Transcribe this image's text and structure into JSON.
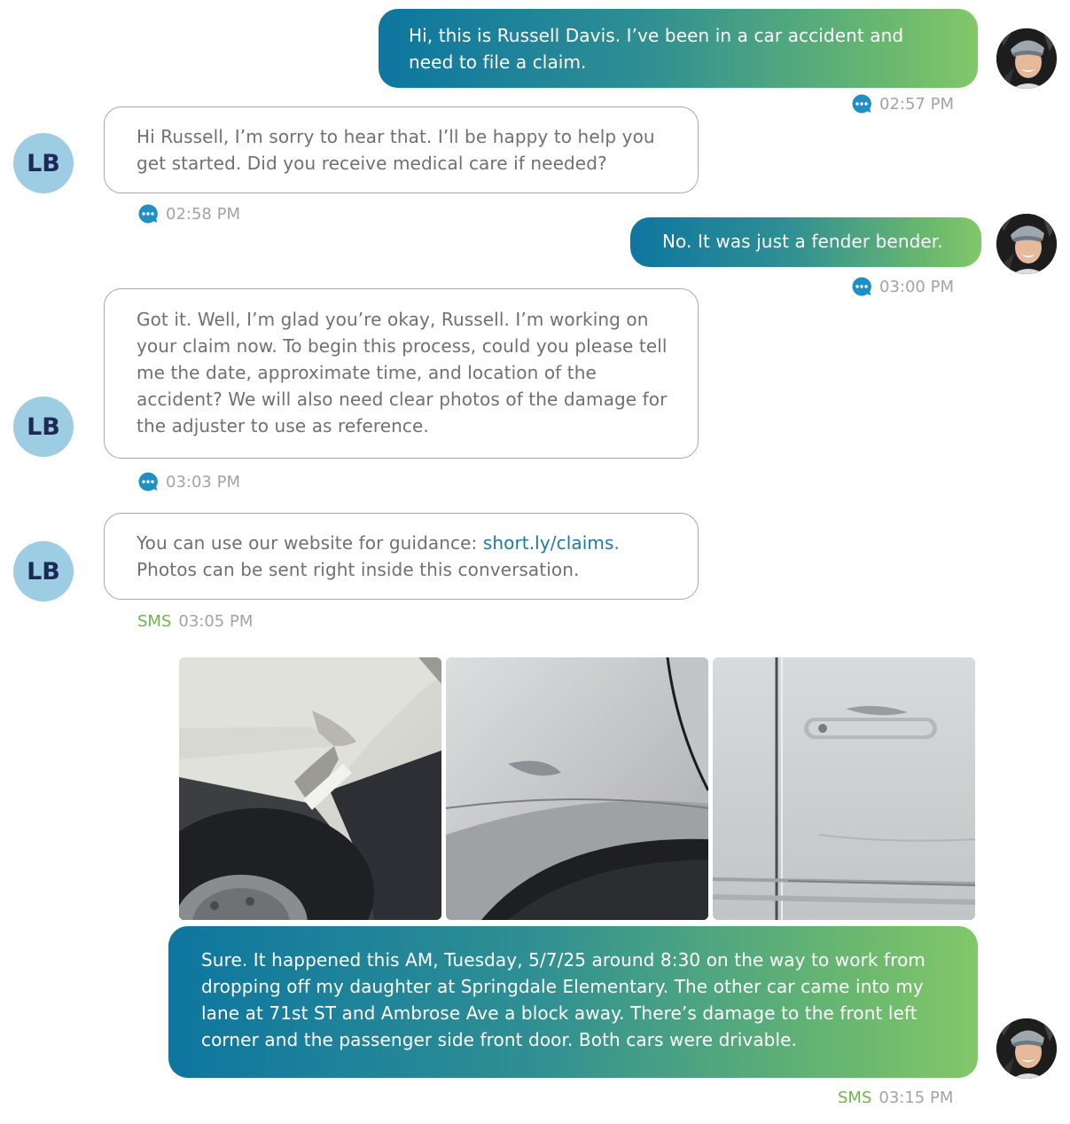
{
  "messages": [
    {
      "text": "Hi, this is Russell Davis. I’ve been in a car accident and need to file a claim.",
      "time": "02:57 PM"
    },
    {
      "avatar": "LB",
      "text": "Hi Russell, I’m sorry to hear that. I’ll be happy to help you get started. Did you receive medical care if needed?",
      "time": "02:58 PM"
    },
    {
      "text": "No. It was just a fender bender.",
      "time": "03:00 PM"
    },
    {
      "avatar": "LB",
      "text": "Got it. Well, I’m glad you’re okay, Russell. I’m working on your claim now. To begin this process, could you please tell me the date, approximate time, and location of the accident? We will also need clear photos of the damage for the adjuster to use as reference.",
      "time": "03:03 PM"
    },
    {
      "avatar": "LB",
      "text_before": "You can use our website for guidance: ",
      "link": "short.ly/claims",
      "text_after": ". Photos can be sent right inside this conversation.",
      "channel": "SMS",
      "time": "03:05 PM"
    },
    {
      "text": "Sure. It happened this AM, Tuesday, 5/7/25 around 8:30 on the way to work from dropping off my daughter at Springdale Elementary. The other car came into my lane at 71st ST and Ambrose Ave a block away. There’s damage to the front left corner and the passenger side front door. Both cars were drivable.",
      "channel": "SMS",
      "time": "03:15 PM"
    }
  ],
  "icons": {
    "chat": "chat-bubble-dots-icon"
  },
  "colors": {
    "gradient_start": "#0e76a0",
    "gradient_end": "#82c769",
    "agent_avatar_bg": "#9ccde3",
    "agent_avatar_text": "#1b2a57",
    "link": "#1f79a6",
    "sms_label": "#6db54b",
    "timestamp": "#a3a3a3",
    "incoming_text": "#707070",
    "incoming_border": "#a9a9a9"
  }
}
